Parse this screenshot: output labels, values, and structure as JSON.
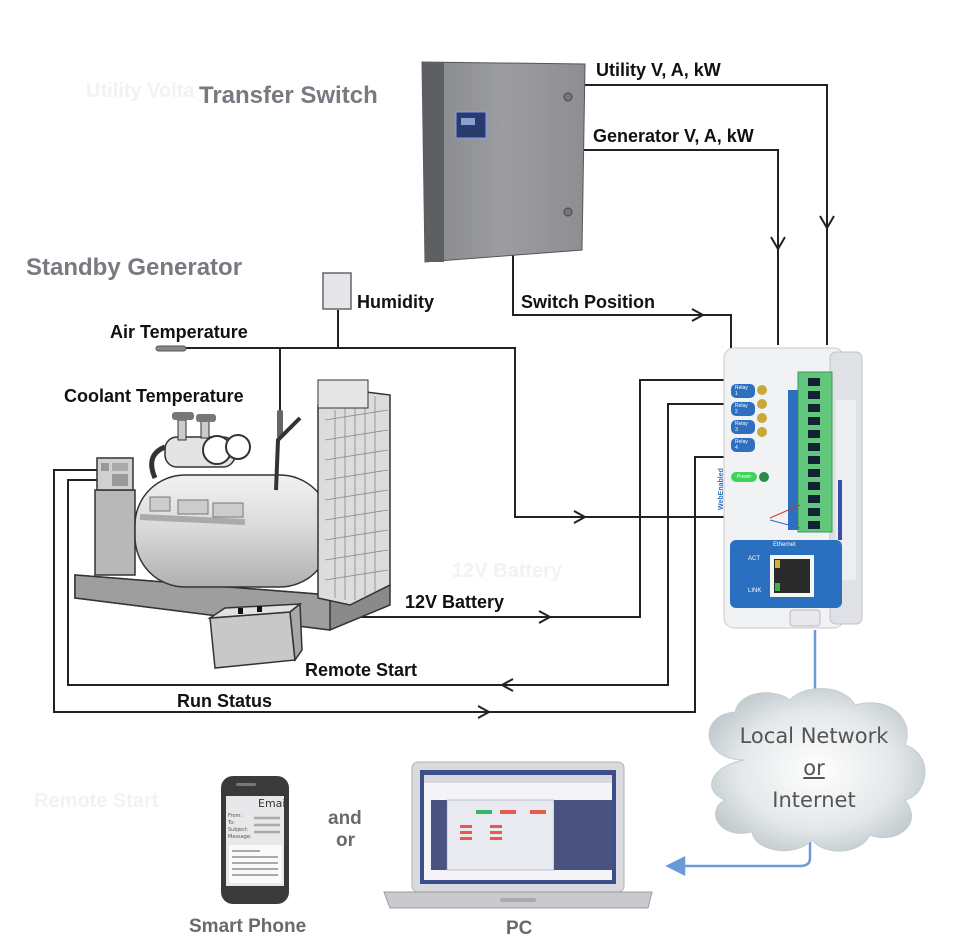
{
  "titles": {
    "transfer_switch": "Transfer Switch",
    "standby_generator": "Standby Generator"
  },
  "ghost_text": {
    "utility_voltage": "Utility Volta",
    "remote_start": "Remote Start",
    "battery": "12V Battery"
  },
  "signals": {
    "utility": "Utility V, A, kW",
    "generator": "Generator V, A, kW",
    "switch_position": "Switch Position",
    "humidity": "Humidity",
    "air_temperature": "Air Temperature",
    "coolant_temperature": "Coolant Temperature",
    "battery": "12V Battery",
    "remote_start": "Remote Start",
    "run_status": "Run Status"
  },
  "controller": {
    "relays": [
      "Relay 1",
      "Relay 2",
      "Relay 3",
      "Relay 4"
    ],
    "power": "Power",
    "brand": "WebEnabled",
    "ethernet": "Ethernet",
    "act": "ACT",
    "link": "LINK"
  },
  "cloud": {
    "line1": "Local Network",
    "line2": "or",
    "line3": "Internet"
  },
  "clients": {
    "phone_label": "Smart Phone",
    "and_or_1": "and",
    "and_or_2": "or",
    "pc_label": "PC",
    "email_title": "Email",
    "email_fields": [
      "From:",
      "To:",
      "Subject:",
      "Message:"
    ]
  },
  "colors": {
    "wire": "#222222",
    "network_link": "#6b9ad8",
    "relay_blue": "#2f6fc0",
    "terminal_green": "#5cc878",
    "title_grey": "#777a80"
  }
}
